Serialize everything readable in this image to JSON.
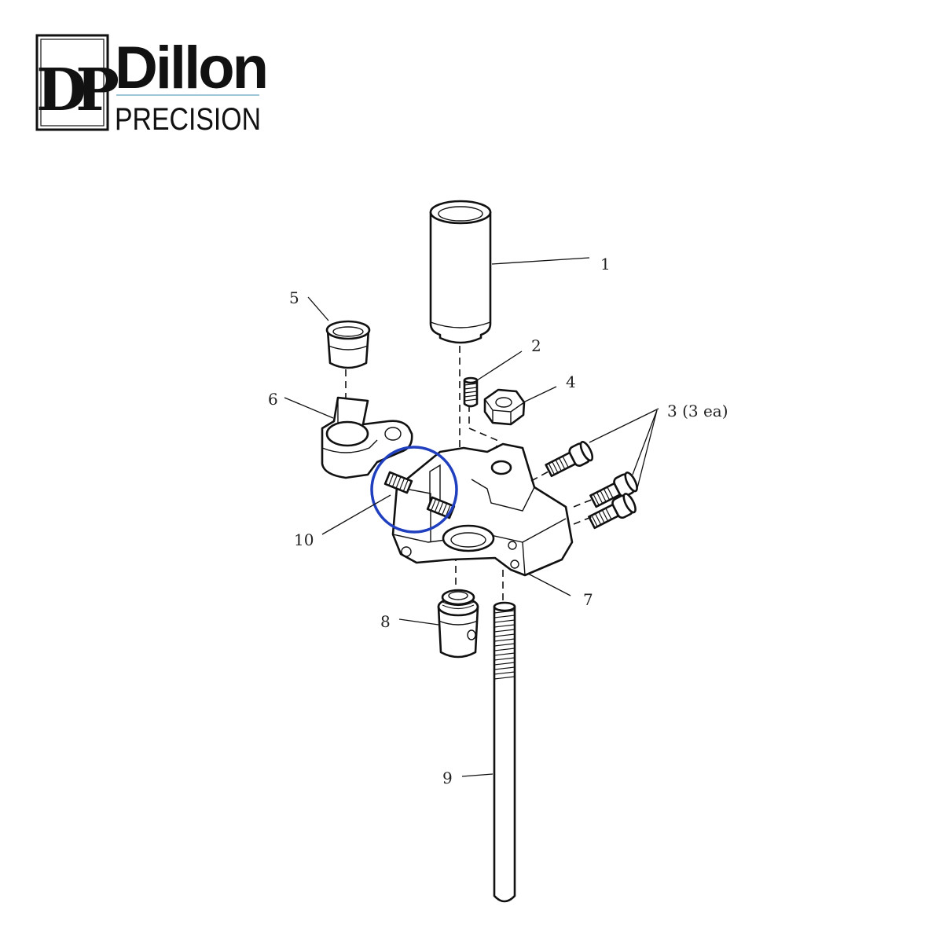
{
  "logo": {
    "monogram": "DP",
    "brand": "Dillon",
    "tagline": "PRECISION"
  },
  "callouts": {
    "c1": "1",
    "c2": "2",
    "c3": "3 (3 ea)",
    "c4": "4",
    "c5": "5",
    "c6": "6",
    "c7": "7",
    "c8": "8",
    "c9": "9",
    "c10": "10"
  },
  "colors": {
    "line": "#111111",
    "highlight_circle": "#1f3fbf",
    "logo_rule": "#9fc6d6"
  }
}
